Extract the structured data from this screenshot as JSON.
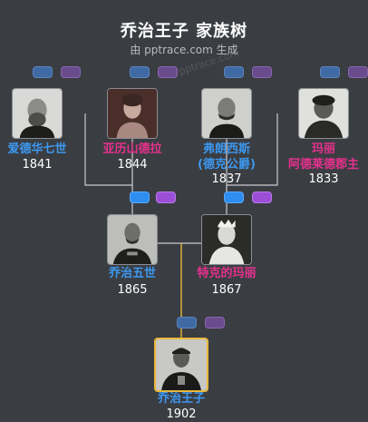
{
  "header": {
    "title": "乔治王子 家族树",
    "subtitle": "由 pptrace.com 生成",
    "watermark": "pptrace.com"
  },
  "colors": {
    "background": "#3a3d42",
    "male": "#3d98f0",
    "female": "#e5318d",
    "line": "#c9ccd1",
    "focus_line": "#e9b83a"
  },
  "people": {
    "edward": {
      "name": "爱德华七世",
      "year": "1841",
      "gender": "male",
      "photo_icon": "bearded-man-portrait-icon"
    },
    "alexandra": {
      "name": "亚历山德拉",
      "year": "1844",
      "gender": "female",
      "photo_icon": "woman-portrait-icon"
    },
    "francis": {
      "name_line1": "弗朗西斯",
      "name_line2": "(德克公爵)",
      "year": "1837",
      "gender": "male",
      "photo_icon": "man-portrait-icon"
    },
    "mary_adelaide": {
      "name_line1": "玛丽",
      "name_line2": "阿德莱德郡主",
      "year": "1833",
      "gender": "female",
      "photo_icon": "woman-portrait-icon"
    },
    "george_v": {
      "name": "乔治五世",
      "year": "1865",
      "gender": "male",
      "photo_icon": "uniformed-man-portrait-icon"
    },
    "mary_teck": {
      "name": "特克的玛丽",
      "year": "1867",
      "gender": "female",
      "photo_icon": "crowned-woman-portrait-icon"
    },
    "prince_george": {
      "name": "乔治王子",
      "year": "1902",
      "gender": "male",
      "photo_icon": "uniformed-man-portrait-icon"
    }
  }
}
